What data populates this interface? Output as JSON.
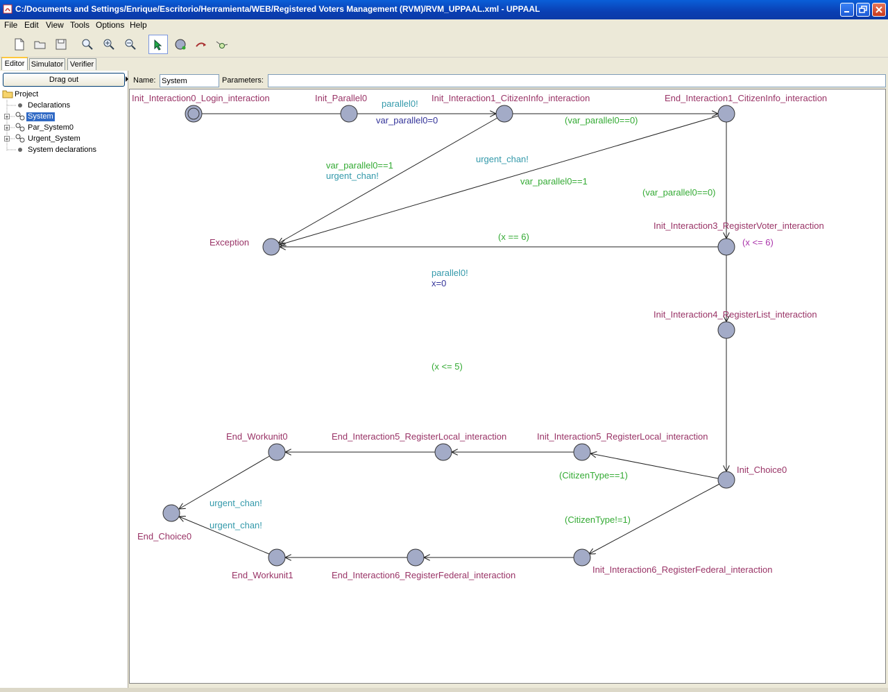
{
  "window": {
    "title": "C:/Documents and Settings/Enrique/Escritorio/Herramienta/WEB/Registered Voters Management (RVM)/RVM_UPPAAL.xml - UPPAAL",
    "colors": {
      "titlebar": "#0a3fb3",
      "location_label": "#993366",
      "sync_label": "#3399aa",
      "guard_label": "#33aa33",
      "assign_label": "#333399",
      "node_fill": "#a3abc7"
    }
  },
  "menu": [
    "File",
    "Edit",
    "View",
    "Tools",
    "Options",
    "Help"
  ],
  "toolbar": {
    "buttons": [
      "new-document-icon",
      "open-folder-icon",
      "save-icon",
      "zoom-icon",
      "zoom-in-icon",
      "zoom-out-icon",
      "select-arrow-icon",
      "add-location-icon",
      "add-edge-icon",
      "add-nail-icon"
    ]
  },
  "tabs": [
    "Editor",
    "Simulator",
    "Verifier"
  ],
  "left_panel": {
    "drag_out": "Drag out",
    "tree": {
      "root": "Project",
      "items": [
        "Declarations",
        "System",
        "Par_System0",
        "Urgent_System",
        "System declarations"
      ]
    }
  },
  "form": {
    "name_label": "Name:",
    "name_value": "System",
    "params_label": "Parameters:",
    "params_value": ""
  },
  "graph": {
    "locations": [
      "Init_Interaction0_Login_interaction",
      "Init_Parallel0",
      "Init_Interaction1_CitizenInfo_interaction",
      "End_Interaction1_CitizenInfo_interaction",
      "Exception",
      "Init_Interaction3_RegisterVoter_interaction",
      "Init_Interaction4_RegisterList_interaction",
      "Init_Choice0",
      "Init_Interaction5_RegisterLocal_interaction",
      "End_Interaction5_RegisterLocal_interaction",
      "End_Workunit0",
      "End_Choice0",
      "Init_Interaction6_RegisterFederal_interaction",
      "End_Interaction6_RegisterFederal_interaction",
      "End_Workunit1"
    ],
    "labels": {
      "sync_parallel0": "parallel0!",
      "assign_var_parallel0": "var_parallel0=0",
      "guard_var_parallel0_eq0_a": "(var_parallel0==0)",
      "guard_var_parallel0_eq1_a": "var_parallel0==1",
      "sync_urgent_a": "urgent_chan!",
      "sync_urgent_b": "urgent_chan!",
      "guard_var_parallel0_eq1_b": "var_parallel0==1",
      "guard_var_parallel0_eq0_b": "(var_parallel0==0)",
      "guard_x_eq6": "(x == 6)",
      "inv_x_le6": "(x <= 6)",
      "sync_parallel0_b": "parallel0!",
      "assign_x0": "x=0",
      "inv_x_le5": "(x <= 5)",
      "guard_citizen_eq1": "(CitizenType==1)",
      "guard_citizen_ne1": "(CitizenType!=1)",
      "sync_urgent_c": "urgent_chan!",
      "sync_urgent_d": "urgent_chan!"
    }
  }
}
